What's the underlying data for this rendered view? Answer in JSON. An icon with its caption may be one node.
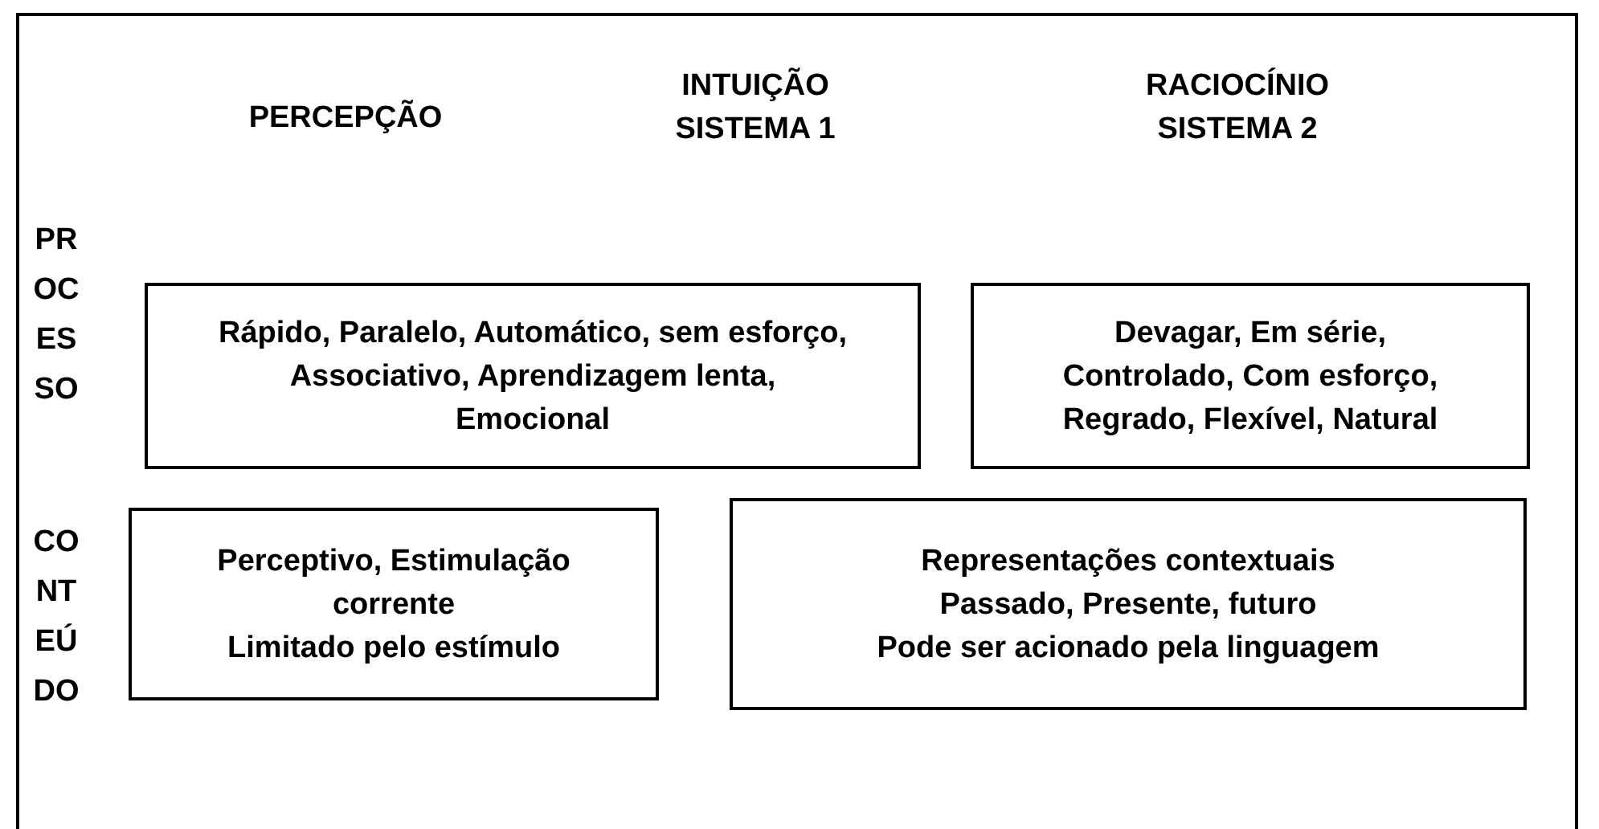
{
  "diagram": {
    "nodes": [
      {
        "text": [],
        "shape": "box"
      },
      {
        "text": [
          "Rápido, Paralelo, Automático, sem esforço, Associativo, Aprendizagem lenta, Emocional"
        ],
        "in": 0
      },
      {
        "text": [
          "Devagar, Em série, Controlado, Com esforço, Regrado, Flexível, Natural"
        ],
        "in": 0
      },
      {
        "text": [
          "Perceptivo, Estimulação corrente",
          "Limitado pelo estímulo"
        ],
        "in": 0
      },
      {
        "text": [
          "Representações contextuais",
          "Passado, Presente, futuro",
          "Pode ser acionado pela linguagem"
        ],
        "in": 0
      }
    ],
    "edges": [],
    "labels": [
      "PERCEPÇÃO",
      "INTUIÇÃO SISTEMA 1",
      "RACIOCÍNIO SISTEMA 2",
      "PR OC ES SO",
      "CO NT EÚ DO"
    ]
  }
}
